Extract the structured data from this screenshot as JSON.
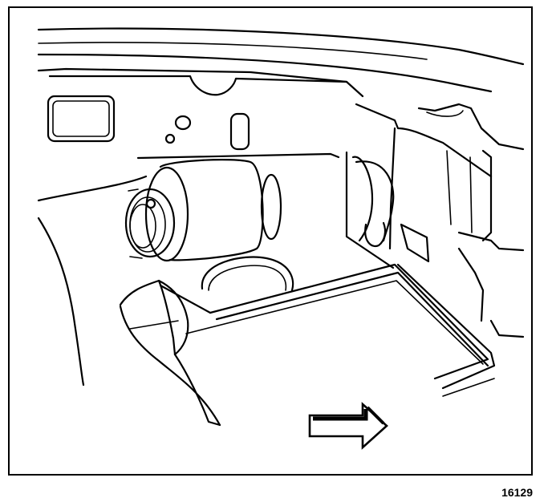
{
  "figure": {
    "code": "16129",
    "subject": "engine-bay-cylindrical-component-with-direction-arrow",
    "arrow_direction": "right",
    "line_color": "#000000",
    "background_color": "#ffffff"
  }
}
